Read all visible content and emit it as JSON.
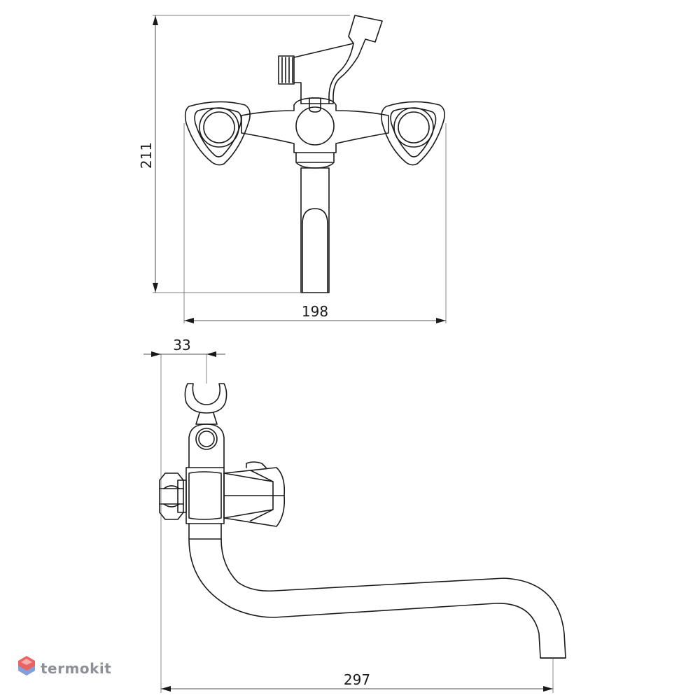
{
  "dimensions": {
    "front_height": "211",
    "front_width": "198",
    "side_offset": "33",
    "side_length": "297"
  },
  "watermark": {
    "text": "termokit"
  },
  "colors": {
    "line": "#1a1a1a",
    "watermark": "#7a7e85",
    "logo_red": "#e84a4a",
    "logo_blue": "#6b8fd6"
  }
}
